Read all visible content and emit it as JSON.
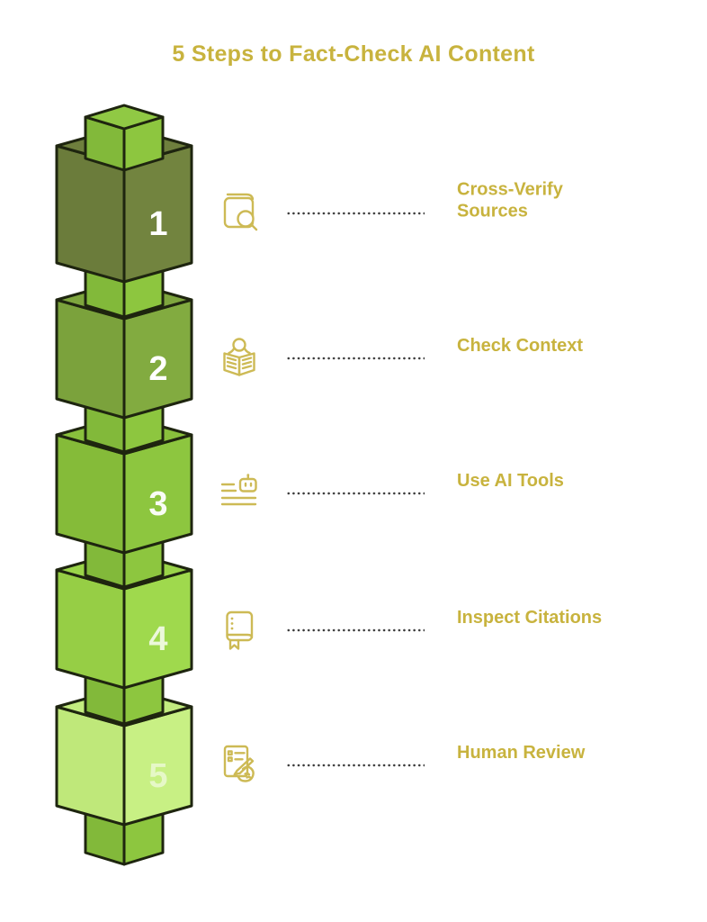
{
  "title": {
    "text": "5 Steps to Fact-Check AI Content",
    "color": "#C8B33E"
  },
  "palette": {
    "background": "#FFFFFF",
    "icon_gold": "#CDBA55",
    "label_gold": "#C8B33E",
    "cube_outline": "#1E250F",
    "dotted_line": "#3A3A3A",
    "number_color": "#FFFFFF"
  },
  "connector_faces": {
    "top": "#90C944",
    "left": "#82B93A",
    "right": "#8DC63F"
  },
  "steps": [
    {
      "number": "1",
      "label": "Cross-Verify Sources",
      "icon": "book-search-icon",
      "faces": {
        "top": "#6E7F3D",
        "left": "#6B7C3B",
        "right": "#72843F"
      },
      "number_opacity": 1
    },
    {
      "number": "2",
      "label": "Check Context",
      "icon": "person-reading-icon",
      "faces": {
        "top": "#7EA63E",
        "left": "#7BA23C",
        "right": "#82AB40"
      },
      "number_opacity": 1
    },
    {
      "number": "3",
      "label": "Use AI Tools",
      "icon": "ai-text-robot-icon",
      "faces": {
        "top": "#89C03C",
        "left": "#85BB39",
        "right": "#8DC63F"
      },
      "number_opacity": 0.95
    },
    {
      "number": "4",
      "label": "Inspect Citations",
      "icon": "book-bookmark-icon",
      "faces": {
        "top": "#9AD449",
        "left": "#96CE45",
        "right": "#9FD94D"
      },
      "number_opacity": 0.8
    },
    {
      "number": "5",
      "label": "Human Review",
      "icon": "document-pen-hand-icon",
      "faces": {
        "top": "#C3EC7F",
        "left": "#BFE87A",
        "right": "#C8F084"
      },
      "number_opacity": 0.55
    }
  ]
}
